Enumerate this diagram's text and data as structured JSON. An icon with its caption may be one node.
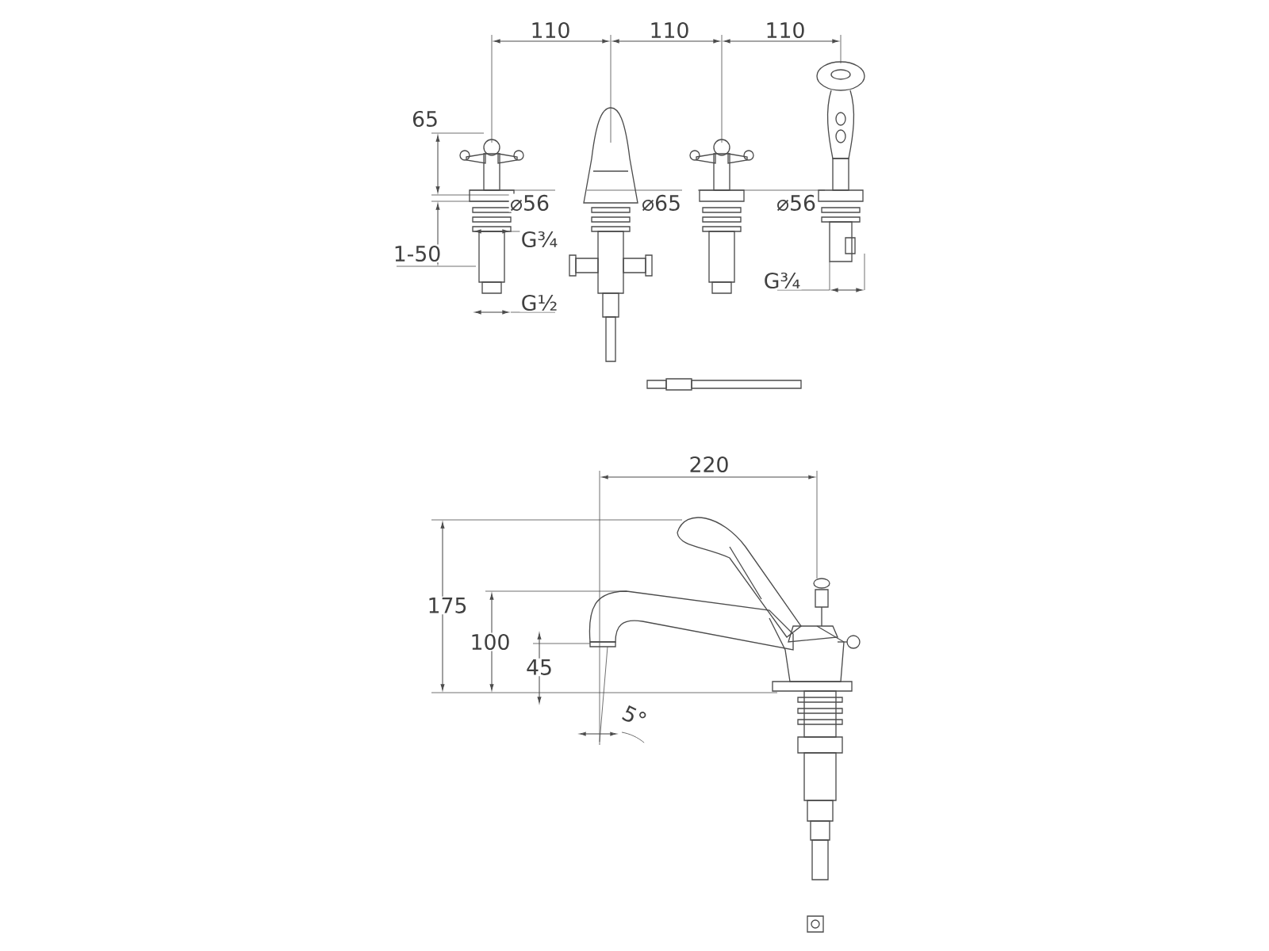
{
  "diagram": {
    "labels": [
      "110",
      "110",
      "110",
      "65",
      "⌀56",
      "⌀65",
      "⌀56",
      "G¾",
      "1-50",
      "G¾",
      "G½",
      "220",
      "175",
      "100",
      "45",
      "5°"
    ]
  }
}
